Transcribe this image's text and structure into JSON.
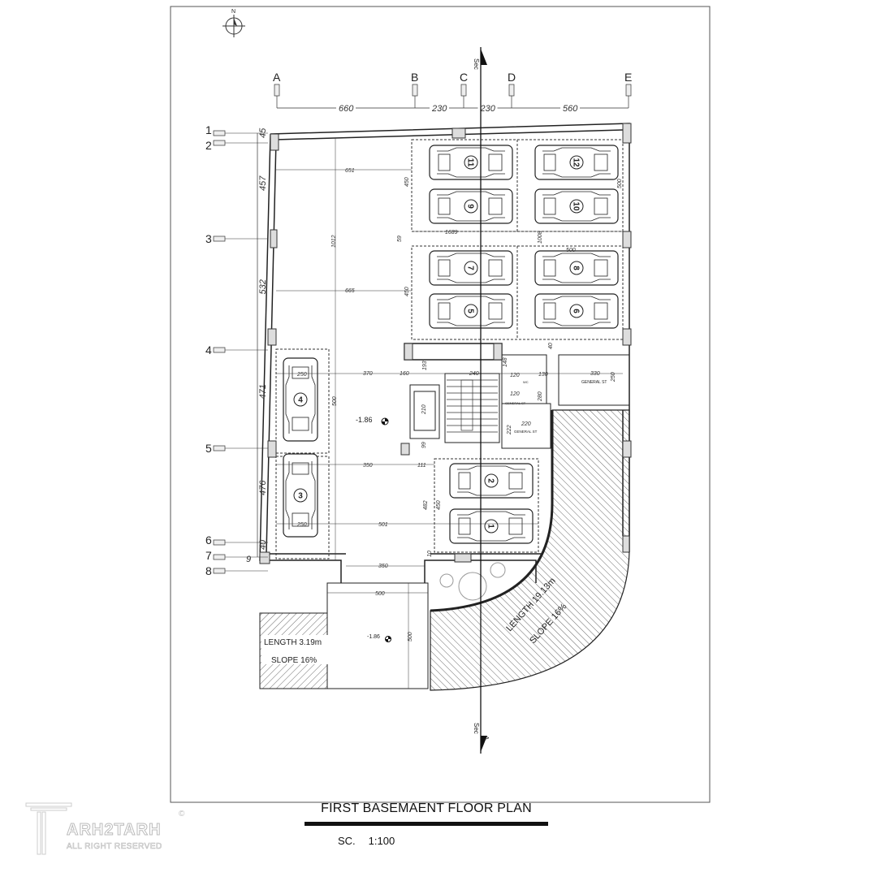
{
  "drawing": {
    "title": "FIRST BASEMAENT FLOOR PLAN",
    "scale_prefix": "SC.",
    "scale_value": "1:100",
    "north_label": "N",
    "section_label": "Sec",
    "section_letter": "A",
    "logo": {
      "name": "ARH2TARH",
      "sub": "ALL RIGHT RESERVED",
      "copyright": "©"
    }
  },
  "grid_columns": [
    "A",
    "B",
    "C",
    "D",
    "E"
  ],
  "grid_column_spacing": [
    "660",
    "230",
    "230",
    "560"
  ],
  "grid_rows": [
    "1",
    "2",
    "3",
    "4",
    "5",
    "6",
    "7",
    "8"
  ],
  "grid_row_spacing": [
    "45",
    "457",
    "532",
    "471",
    "476",
    "40",
    "9"
  ],
  "parking_spaces": [
    "11",
    "12",
    "9",
    "10",
    "7",
    "8",
    "5",
    "6",
    "4",
    "3",
    "2",
    "1"
  ],
  "dimensions": [
    "651",
    "1012",
    "665",
    "450",
    "450",
    "59",
    "1689",
    "500",
    "1008",
    "500",
    "370",
    "160",
    "240",
    "120",
    "130",
    "330",
    "250",
    "120",
    "220",
    "222",
    "210",
    "99",
    "350",
    "111",
    "500",
    "501",
    "482",
    "450",
    "250",
    "250",
    "350",
    "500",
    "500",
    "10",
    "40",
    "280",
    "148",
    "193"
  ],
  "room_labels": [
    "GENERAL ST",
    "GENERAL ST",
    "GENERAL ST",
    "WC"
  ],
  "levels": [
    "-1.86",
    "-1.86"
  ],
  "ramps": {
    "left_length": "LENGTH  3.19m",
    "left_slope": "SLOPE  16%",
    "curved_length": "LENGTH  19.13m",
    "curved_slope": "SLOPE  16%"
  }
}
